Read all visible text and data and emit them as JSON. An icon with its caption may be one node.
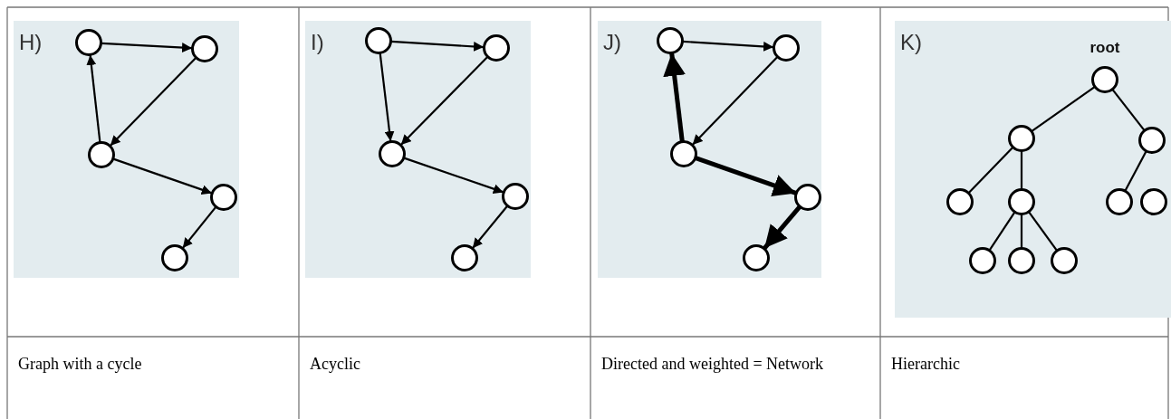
{
  "diagram": {
    "nodes": [
      {
        "text": [
          "H)"
        ]
      },
      {
        "text": [],
        "shape": "circle",
        "in": 0
      },
      {
        "text": [],
        "shape": "circle",
        "in": 0
      },
      {
        "text": [],
        "shape": "circle",
        "in": 0
      },
      {
        "text": [],
        "shape": "circle",
        "in": 0
      },
      {
        "text": [],
        "shape": "circle",
        "in": 0
      },
      {
        "text": [
          "I)"
        ]
      },
      {
        "text": [],
        "shape": "circle",
        "in": 6
      },
      {
        "text": [],
        "shape": "circle",
        "in": 6
      },
      {
        "text": [],
        "shape": "circle",
        "in": 6
      },
      {
        "text": [],
        "shape": "circle",
        "in": 6
      },
      {
        "text": [],
        "shape": "circle",
        "in": 6
      },
      {
        "text": [
          "J)"
        ]
      },
      {
        "text": [],
        "shape": "circle",
        "in": 12
      },
      {
        "text": [],
        "shape": "circle",
        "in": 12
      },
      {
        "text": [],
        "shape": "circle",
        "in": 12
      },
      {
        "text": [],
        "shape": "circle",
        "in": 12
      },
      {
        "text": [],
        "shape": "circle",
        "in": 12
      },
      {
        "text": [
          "K)"
        ]
      },
      {
        "text": [],
        "shape": "circle",
        "in": 18,
        "beside": [
          "root"
        ]
      },
      {
        "text": [],
        "shape": "circle",
        "in": 18
      },
      {
        "text": [],
        "shape": "circle",
        "in": 18
      },
      {
        "text": [],
        "shape": "circle",
        "in": 18
      },
      {
        "text": [],
        "shape": "circle",
        "in": 18
      },
      {
        "text": [],
        "shape": "circle",
        "in": 18
      },
      {
        "text": [],
        "shape": "circle",
        "in": 18
      },
      {
        "text": [],
        "shape": "circle",
        "in": 18
      },
      {
        "text": [],
        "shape": "circle",
        "in": 18
      },
      {
        "text": [],
        "shape": "circle",
        "in": 18
      }
    ],
    "edges": [
      {
        "from": 1,
        "to": 2,
        "arrow": "to"
      },
      {
        "from": 2,
        "to": 3,
        "arrow": "to"
      },
      {
        "from": 3,
        "to": 1,
        "arrow": "to"
      },
      {
        "from": 3,
        "to": 4,
        "arrow": "to"
      },
      {
        "from": 4,
        "to": 5,
        "arrow": "to"
      },
      {
        "from": 7,
        "to": 8,
        "arrow": "to"
      },
      {
        "from": 7,
        "to": 9,
        "arrow": "to"
      },
      {
        "from": 8,
        "to": 9,
        "arrow": "to"
      },
      {
        "from": 9,
        "to": 10,
        "arrow": "to"
      },
      {
        "from": 10,
        "to": 11,
        "arrow": "to"
      },
      {
        "from": 13,
        "to": 14,
        "arrow": "to"
      },
      {
        "from": 14,
        "to": 15,
        "arrow": "to"
      },
      {
        "from": 15,
        "to": 13,
        "arrow": "to",
        "style": "thick"
      },
      {
        "from": 15,
        "to": 16,
        "arrow": "to",
        "style": "thick"
      },
      {
        "from": 16,
        "to": 17,
        "arrow": "to",
        "style": "thick"
      },
      {
        "from": 19,
        "to": 20,
        "arrow": "none"
      },
      {
        "from": 19,
        "to": 21,
        "arrow": "none"
      },
      {
        "from": 20,
        "to": 22,
        "arrow": "none"
      },
      {
        "from": 20,
        "to": 23,
        "arrow": "none"
      },
      {
        "from": 21,
        "to": 24,
        "arrow": "none"
      },
      {
        "from": 23,
        "to": 26,
        "arrow": "none"
      },
      {
        "from": 23,
        "to": 27,
        "arrow": "none"
      },
      {
        "from": 23,
        "to": 28,
        "arrow": "none"
      }
    ],
    "labels": [
      "Graph with a cycle",
      "Acyclic",
      "Directed and weighted = Network",
      "Hierarchic"
    ]
  }
}
